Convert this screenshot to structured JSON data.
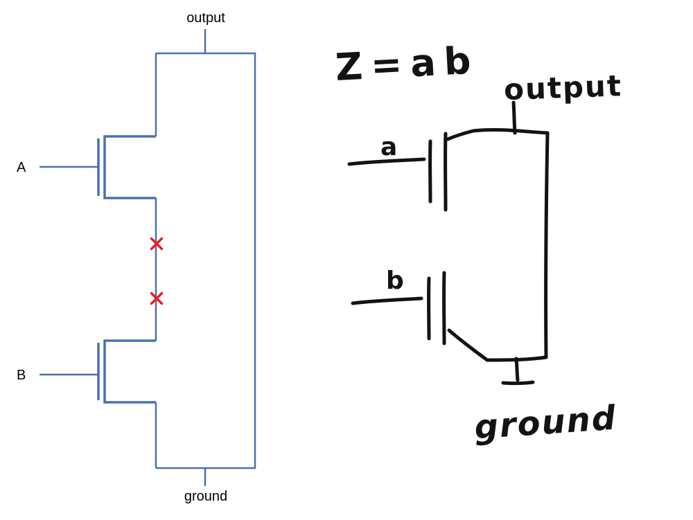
{
  "schematic": {
    "output_label": "output",
    "ground_label": "ground",
    "input_a_label": "A",
    "input_b_label": "B",
    "wire_color": "#4a70b0",
    "fault_marker_color": "#e81c1c",
    "fault_markers": [
      {
        "symbol": "×"
      },
      {
        "symbol": "×"
      }
    ]
  },
  "sketch": {
    "equation": "Z=ab",
    "output_label": "output",
    "gate_a_label": "a",
    "gate_b_label": "b",
    "ground_label": "ground",
    "ink_color": "#131313",
    "background": "#ffffff"
  }
}
